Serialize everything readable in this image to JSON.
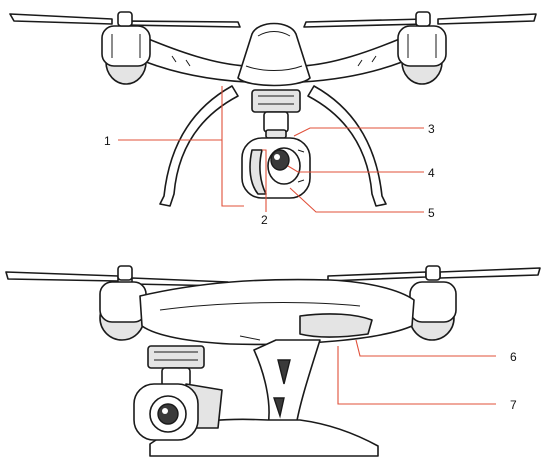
{
  "colors": {
    "callout_line": "#e0503a",
    "outline": "#1a1a1a",
    "body_fill": "#ffffff",
    "shade_fill": "#e4e4e4"
  },
  "callouts": [
    {
      "label": "1"
    },
    {
      "label": "2"
    },
    {
      "label": "3"
    },
    {
      "label": "4"
    },
    {
      "label": "5"
    },
    {
      "label": "6"
    },
    {
      "label": "7"
    }
  ]
}
